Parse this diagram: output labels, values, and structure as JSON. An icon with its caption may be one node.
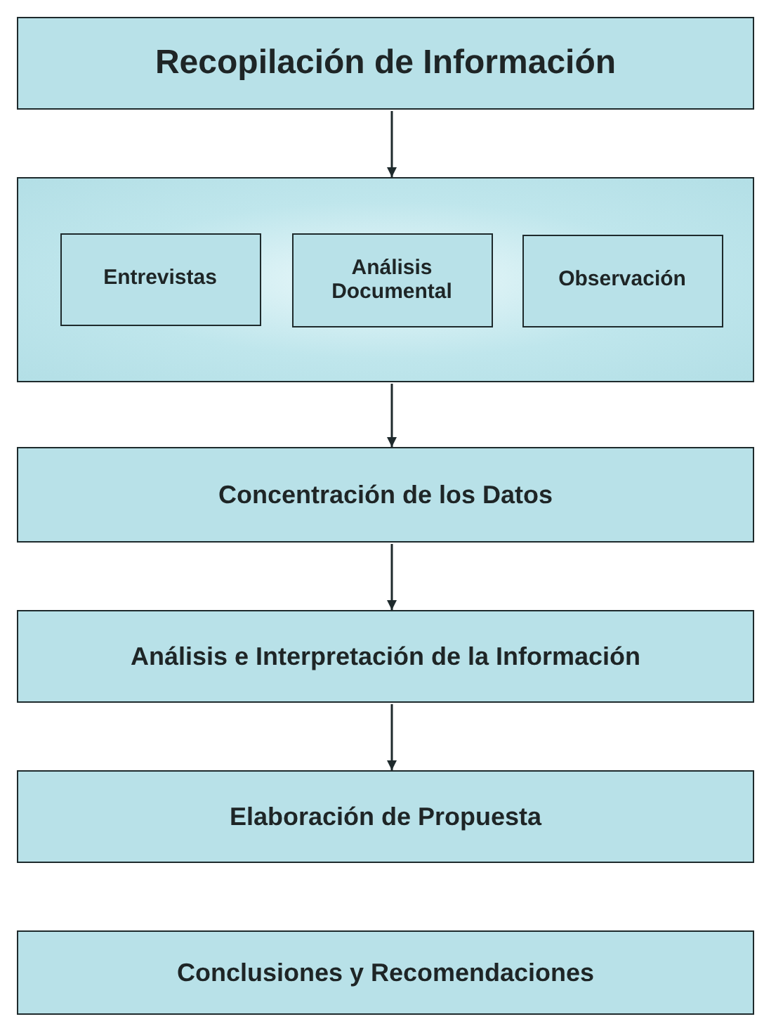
{
  "diagram": {
    "nodes": [
      {
        "text": [
          "Recopilación de Información"
        ]
      },
      {
        "text": [],
        "shape": "box"
      },
      {
        "text": [
          "Entrevistas"
        ],
        "in": 1
      },
      {
        "text": [
          "Análisis Documental"
        ],
        "in": 1
      },
      {
        "text": [
          "Observación"
        ],
        "in": 1
      },
      {
        "text": [
          "Concentración de los Datos"
        ]
      },
      {
        "text": [
          "Análisis e Interpretación de la Información"
        ]
      },
      {
        "text": [
          "Elaboración de Propuesta"
        ]
      },
      {
        "text": [
          "Conclusiones y Recomendaciones"
        ]
      }
    ],
    "edges": [
      {
        "from": 0,
        "to": 1,
        "arrow": "to"
      },
      {
        "from": 1,
        "to": 5,
        "arrow": "to"
      },
      {
        "from": 5,
        "to": 6,
        "arrow": "to"
      },
      {
        "from": 6,
        "to": 7,
        "arrow": "to"
      }
    ]
  }
}
